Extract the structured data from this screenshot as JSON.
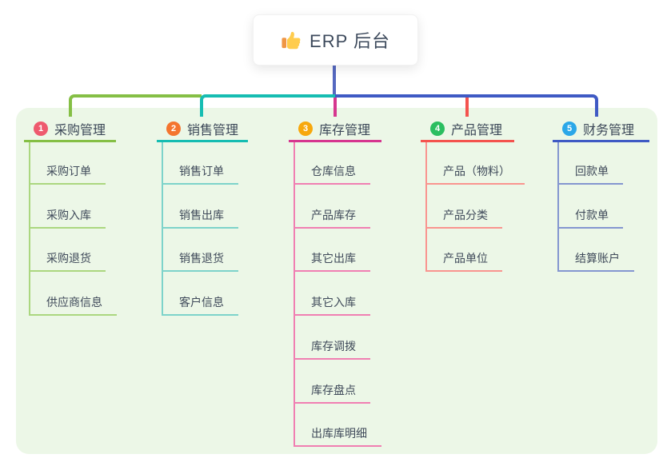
{
  "root": {
    "title": "ERP 后台",
    "icon": "thumbs-up"
  },
  "colors": {
    "panel_background": "#ECF7E7",
    "root_connector": "#5568C0",
    "text": "#3C4858"
  },
  "branches": [
    {
      "index": "1",
      "label": "采购管理",
      "badge_color": "#EE5A6E",
      "line_color": "#85BF45",
      "child_line_color": "#ABD77F",
      "children": [
        "采购订单",
        "采购入库",
        "采购退货",
        "供应商信息"
      ]
    },
    {
      "index": "2",
      "label": "销售管理",
      "badge_color": "#F4752F",
      "line_color": "#16BDB2",
      "child_line_color": "#7DD3CA",
      "children": [
        "销售订单",
        "销售出库",
        "销售退货",
        "客户信息"
      ]
    },
    {
      "index": "3",
      "label": "库存管理",
      "badge_color": "#F7A80D",
      "line_color": "#D6368F",
      "child_line_color": "#F07FB2",
      "children": [
        "仓库信息",
        "产品库存",
        "其它出库",
        "其它入库",
        "库存调拨",
        "库存盘点",
        "出库库明细"
      ]
    },
    {
      "index": "4",
      "label": "产品管理",
      "badge_color": "#2BBE60",
      "line_color": "#F4534E",
      "child_line_color": "#F9948F",
      "children": [
        "产品（物料）",
        "产品分类",
        "产品单位"
      ]
    },
    {
      "index": "5",
      "label": "财务管理",
      "badge_color": "#2BA7E8",
      "line_color": "#3F5AC4",
      "child_line_color": "#8496D0",
      "children": [
        "回款单",
        "付款单",
        "结算账户"
      ]
    }
  ]
}
